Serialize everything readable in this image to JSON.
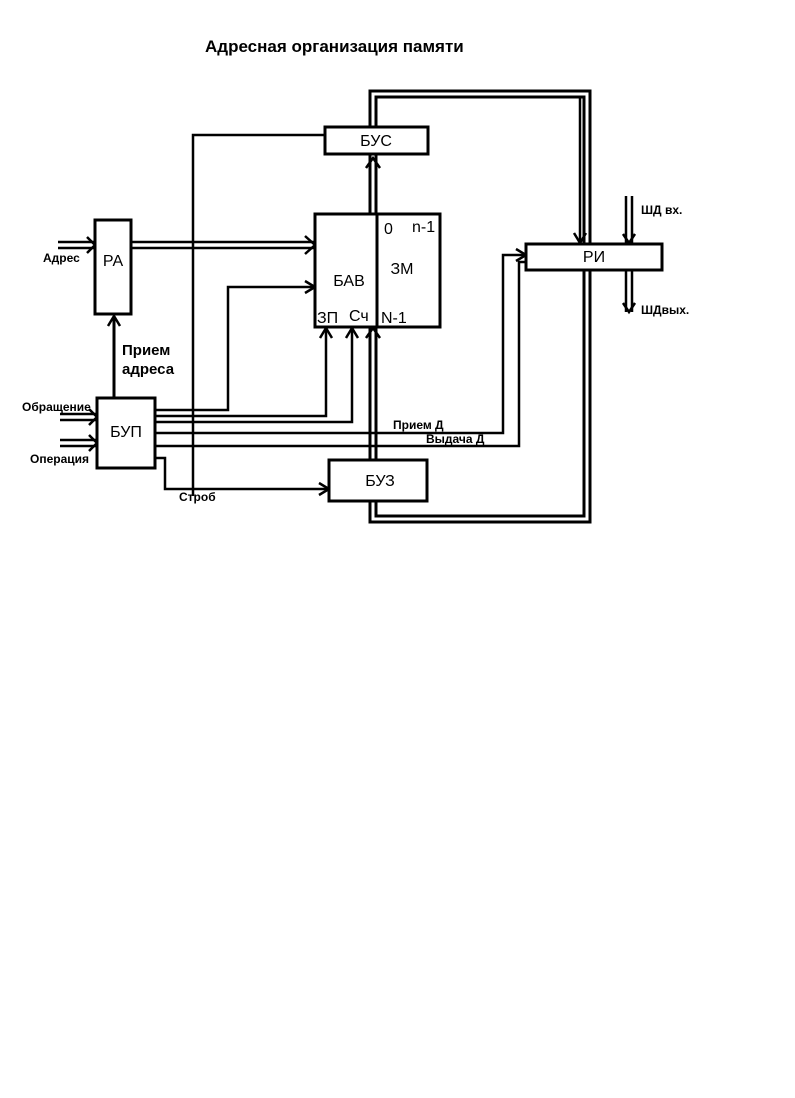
{
  "title": "Адресная  организация  памяти",
  "blocks": {
    "bus": "БУС",
    "ra": "РА",
    "bav": "БАВ",
    "zm": "ЗМ",
    "ri": "РИ",
    "bup": "БУП",
    "buz": "БУЗ"
  },
  "labels": {
    "zm_0": "0",
    "zm_n1": "n-1",
    "zm_N1": "N-1",
    "bav_zp": "ЗП",
    "bav_sch": "Сч",
    "adres": "Адрес",
    "priem_adresa_1": "Прием",
    "priem_adresa_2": "адреса",
    "obrashchenie": "Обращение",
    "operatsiya": "Операция",
    "priem_d": "Прием Д",
    "vydacha_d": "Выдача Д",
    "strob": "Строб",
    "shd_vx": "ШД вх.",
    "shd_vyx": "ШДвых."
  }
}
